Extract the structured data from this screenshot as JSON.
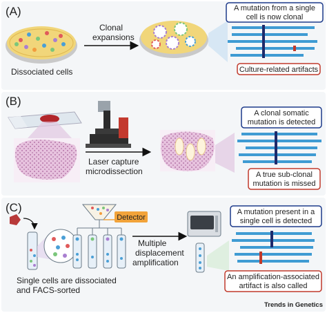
{
  "panels": {
    "a": {
      "label": "(A)",
      "caption": "Dissociated cells",
      "arrow_label_line1": "Clonal",
      "arrow_label_line2": "expansions",
      "callout_line1": "A mutation from a single",
      "callout_line2": "cell is now clonal",
      "artifact_label": "Culture-related artifacts"
    },
    "b": {
      "label": "(B)",
      "arrow_label_line1": "Laser capture",
      "arrow_label_line2": "microdissection",
      "callout_line1": "A clonal somatic",
      "callout_line2": "mutation is detected",
      "missed_line1": "A true sub-clonal",
      "missed_line2": "mutation is missed"
    },
    "c": {
      "label": "(C)",
      "detector_label": "Detector",
      "arrow_label_line1": "Multiple",
      "arrow_label_line2": "displacement",
      "arrow_label_line3": "amplification",
      "caption_line1": "Single cells are dissociated",
      "caption_line2": "and FACS-sorted",
      "callout_line1": "A mutation present in a",
      "callout_line2": "single cell is detected",
      "artifact_line1": "An amplification-associated",
      "artifact_line2": "artifact is also called"
    }
  },
  "footer": "Trends in Genetics",
  "colors": {
    "read_blue": "#3f9bd3",
    "mutation_navy": "#1d2a6b",
    "artifact_red": "#c0392b",
    "callout_border_blue": "#1d3a8a",
    "callout_border_red": "#c0392b",
    "dish_fill": "#f1d67a",
    "tissue_pink": "#d9a6cf",
    "detector_orange": "#f2a33a"
  }
}
